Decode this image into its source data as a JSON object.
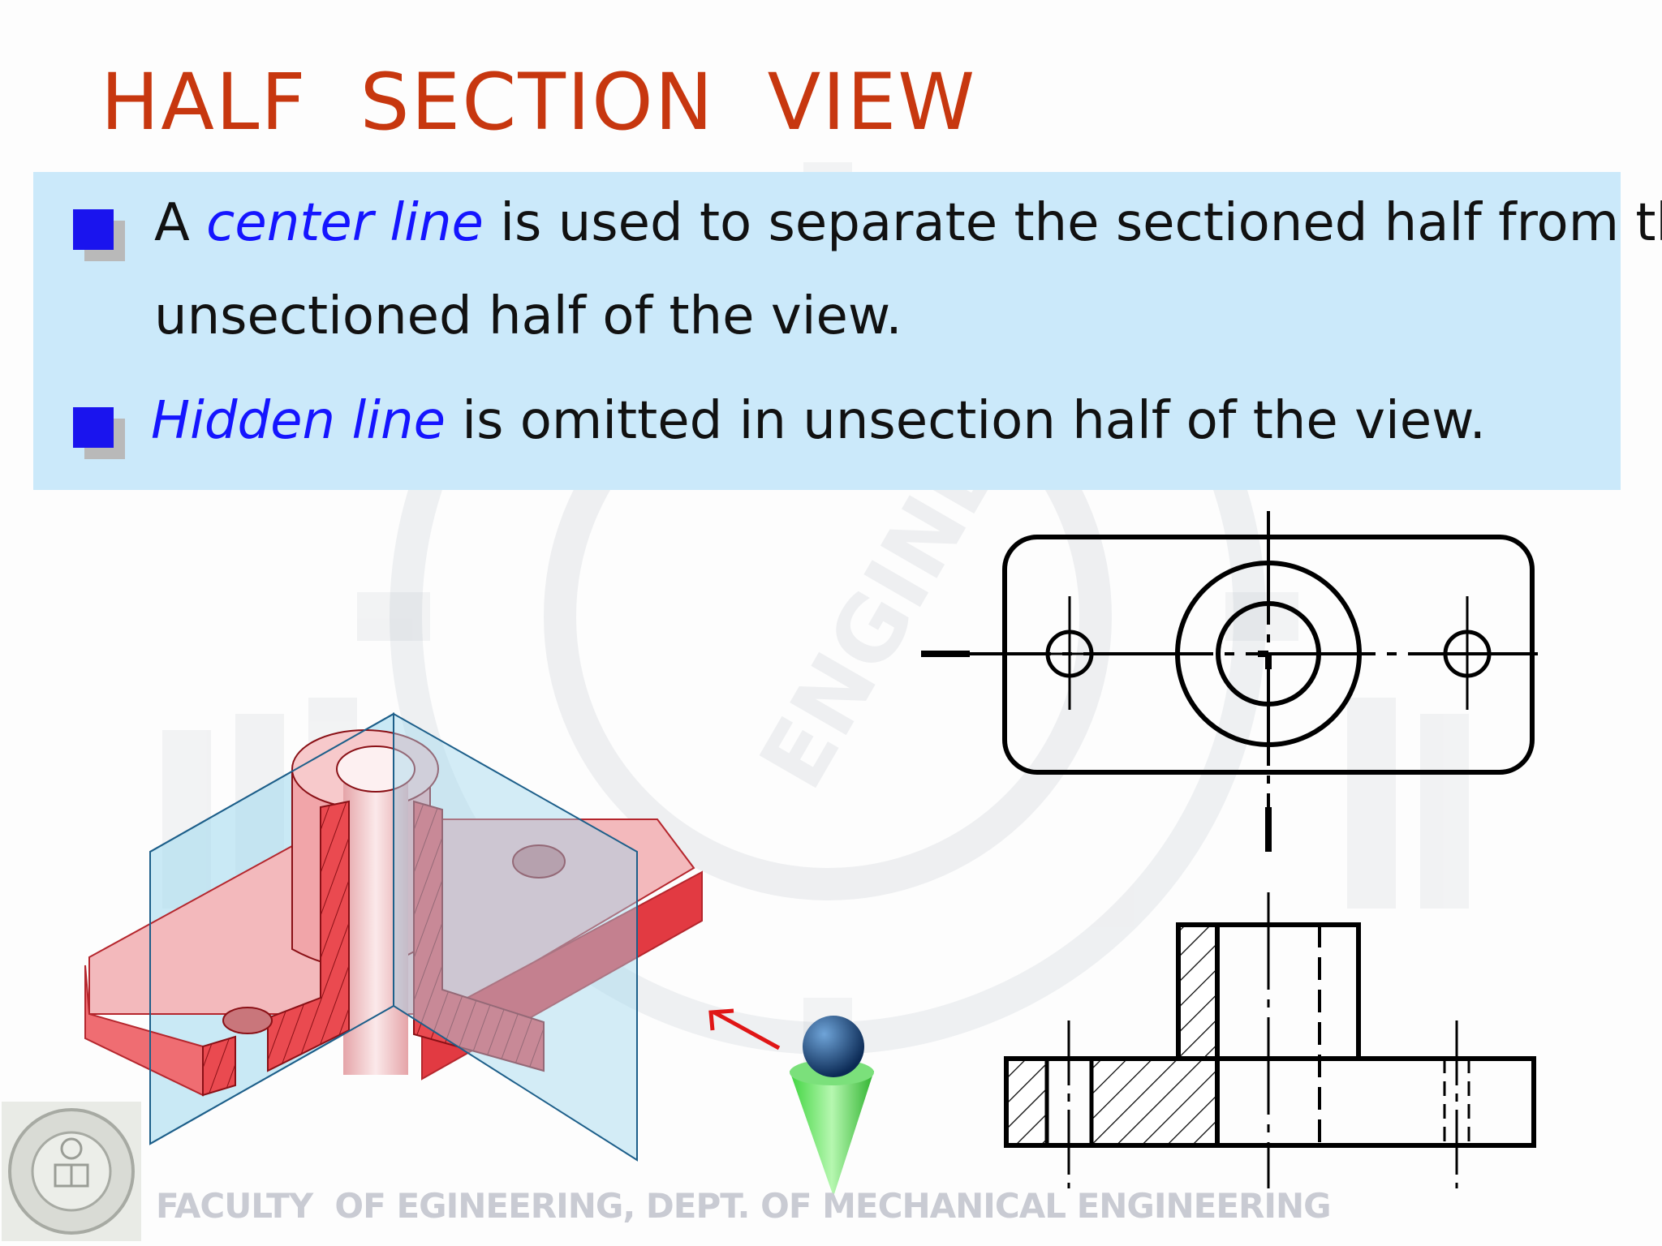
{
  "slide": {
    "title": "HALF  SECTION  VIEW",
    "bullets": [
      {
        "line1_prefix": "A ",
        "line1_emphasis": "center line",
        "line1_suffix": " is used to separate the sectioned half from the",
        "line2": "unsectioned half of the view."
      },
      {
        "emphasis": "Hidden line",
        "suffix": " is omitted in unsection half of the view."
      }
    ],
    "footer": "FACULTY  OF EGINEERING, DEPT. OF MECHANICAL ENGINEERING",
    "watermark_text": "ENGINEERING"
  },
  "colors": {
    "title": "#c7370f",
    "box_background": "#cbe9fa",
    "bullet_square": "#1a14ee",
    "emphasis": "#1515ff",
    "section_red": "#e8434a",
    "cutting_plane": "#9fd8ee"
  },
  "icons": {
    "observer": "viewer-eye-icon",
    "arrow": "viewing-direction-arrow-icon",
    "seal": "university-seal-icon"
  }
}
